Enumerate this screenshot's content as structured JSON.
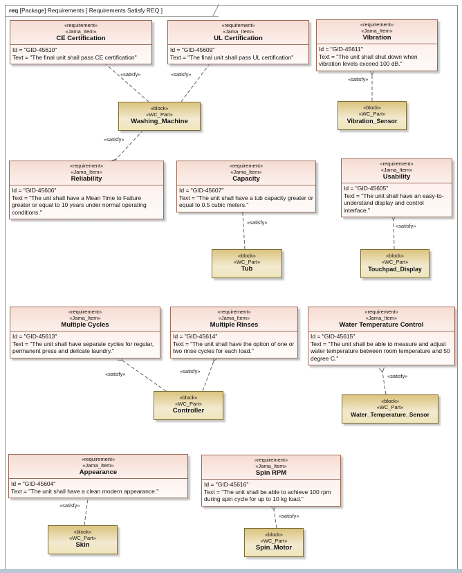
{
  "frame": {
    "title_bold": "req",
    "title_rest": " [Package] Requirements [ Requirements Satisfy REQ ]"
  },
  "nodes": [
    {
      "kind": "requirement",
      "stereo1": "«requirement»",
      "stereo2": "«Jama_Item»",
      "name": "CE Certification",
      "id_line": "Id = \"GID-45610\"",
      "text_line": "Text = \"The final unit shall pass CE certification\""
    },
    {
      "kind": "requirement",
      "stereo1": "«requirement»",
      "stereo2": "«Jama_Item»",
      "name": "UL Certification",
      "id_line": "Id = \"GID-45609\"",
      "text_line": "Text = \"The final unit shall pass UL certification\""
    },
    {
      "kind": "requirement",
      "stereo1": "«requirement»",
      "stereo2": "«Jama_Item»",
      "name": "Vibration",
      "id_line": "Id = \"GID-45611\"",
      "text_line": "Text = \"The unit shall shut down when vibration levels exceed 100 dB.\""
    },
    {
      "kind": "block",
      "stereo1": "«block»",
      "stereo2": "«WC_Part»",
      "name": "Washing_Machine"
    },
    {
      "kind": "block",
      "stereo1": "«block»",
      "stereo2": "«WC_Part»",
      "name": "Vibration_Sensor"
    },
    {
      "kind": "requirement",
      "stereo1": "«requirement»",
      "stereo2": "«Jama_Item»",
      "name": "Reliability",
      "id_line": "Id = \"GID-45606\"",
      "text_line": "Text = \"The unt shall have a Mean Time to Failure greater or equal to 10 years under normal operating conditions.\""
    },
    {
      "kind": "requirement",
      "stereo1": "«requirement»",
      "stereo2": "«Jama_Item»",
      "name": "Capacity",
      "id_line": "Id = \"GID-45607\"",
      "text_line": "Text = \"The unit shall have a tub capacity greater or equal to 0.5 cubic meters.\""
    },
    {
      "kind": "requirement",
      "stereo1": "«requirement»",
      "stereo2": "«Jama_Item»",
      "name": "Usability",
      "id_line": "Id = \"GID-45605\"",
      "text_line": "Text = \"The unit shall have an easy-to-understand display and control interface.\""
    },
    {
      "kind": "block",
      "stereo1": "«block»",
      "stereo2": "«WC_Part»",
      "name": "Tub"
    },
    {
      "kind": "block",
      "stereo1": "«block»",
      "stereo2": "«WC_Part»",
      "name": "Touchpad_Display"
    },
    {
      "kind": "requirement",
      "stereo1": "«requirement»",
      "stereo2": "«Jama_Item»",
      "name": "Multiple Cycles",
      "id_line": "Id = \"GID-45613\"",
      "text_line": "Text = \"The unit shall have separate cycles for regular, permanent press and delicate laundry.\""
    },
    {
      "kind": "requirement",
      "stereo1": "«requirement»",
      "stereo2": "«Jama_Item»",
      "name": "Multiple Rinses",
      "id_line": "Id = \"GID-45614\"",
      "text_line": "Text = \"The unit shall have the option of one or two rinse cycles for each load.\""
    },
    {
      "kind": "requirement",
      "stereo1": "«requirement»",
      "stereo2": "«Jama_Item»",
      "name": "Water Temperature Control",
      "id_line": "Id = \"GID-45615\"",
      "text_line": "Text = \"The unit shall be able to measure and adjust water temperature between room temperature and 50 degree C.\""
    },
    {
      "kind": "block",
      "stereo1": "«block»",
      "stereo2": "«WC_Part»",
      "name": "Controller"
    },
    {
      "kind": "block",
      "stereo1": "«block»",
      "stereo2": "«WC_Part»",
      "name": "Water_Temperature_Sensor"
    },
    {
      "kind": "requirement",
      "stereo1": "«requirement»",
      "stereo2": "«Jama_Item»",
      "name": "Appearance",
      "id_line": "Id = \"GID-45604\"",
      "text_line": "Text = \"The unit shall have a clean modern appearance.\""
    },
    {
      "kind": "requirement",
      "stereo1": "«requirement»",
      "stereo2": "«Jama_Item»",
      "name": "Spin RPM",
      "id_line": "Id = \"GID-45616\"",
      "text_line": "Text = \"The unit shall be able to achieve 100 rpm during spin cycle for up to 10 kg load.\""
    },
    {
      "kind": "block",
      "stereo1": "«block»",
      "stereo2": "«WC_Part»",
      "name": "Skin"
    },
    {
      "kind": "block",
      "stereo1": "«block»",
      "stereo2": "«WC_Part»",
      "name": "Spin_Motor"
    }
  ],
  "edges": [
    {
      "from": "Washing_Machine",
      "to": "CE Certification",
      "label": "«satisfy»"
    },
    {
      "from": "Washing_Machine",
      "to": "UL Certification",
      "label": "«satisfy»"
    },
    {
      "from": "Washing_Machine",
      "to": "Reliability",
      "label": "«satisfy»"
    },
    {
      "from": "Vibration_Sensor",
      "to": "Vibration",
      "label": "«satisfy»"
    },
    {
      "from": "Tub",
      "to": "Capacity",
      "label": "«satisfy»"
    },
    {
      "from": "Touchpad_Display",
      "to": "Usability",
      "label": "«satisfy»"
    },
    {
      "from": "Controller",
      "to": "Multiple Cycles",
      "label": "«satisfy»"
    },
    {
      "from": "Controller",
      "to": "Multiple Rinses",
      "label": "«satisfy»"
    },
    {
      "from": "Water_Temperature_Sensor",
      "to": "Water Temperature Control",
      "label": "«satisfy»"
    },
    {
      "from": "Skin",
      "to": "Appearance",
      "label": "«satisfy»"
    },
    {
      "from": "Spin_Motor",
      "to": "Spin RPM",
      "label": "«satisfy»"
    }
  ],
  "colors": {
    "requirement_border": "#9a6a58",
    "requirement_fill": "#fdf2ee",
    "block_border": "#7a6c36",
    "block_fill": "#dcc47f",
    "edge": "#5f5f5f"
  }
}
